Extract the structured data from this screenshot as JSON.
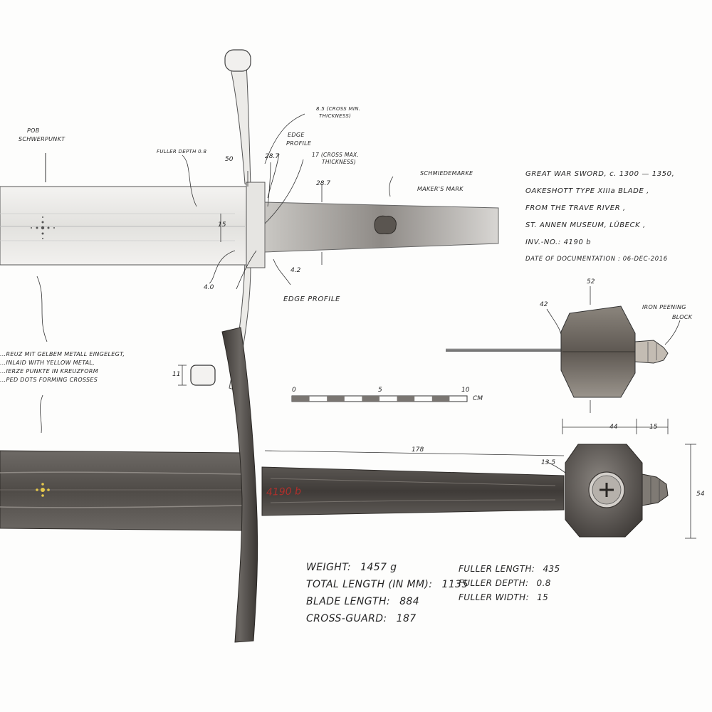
{
  "colors": {
    "paper": "#fdfdfc",
    "ink": "#2a2a2a",
    "iron_light": "#d9d8d5",
    "iron_dark": "#5d5955",
    "inventory_red": "#b0302c",
    "inlay_gold": "#e5c84c"
  },
  "labels": {
    "pob": "POB",
    "schwerpunkt": "SCHWERPUNKT",
    "fuller_depth_note": "FULLER DEPTH 0.8",
    "cross_min_thickness": "8.5 (CROSS MIN.",
    "cross_min_thickness_2": "THICKNESS)",
    "edge_profile_top": "EDGE",
    "edge_profile_top_2": "PROFILE",
    "cross_max_thickness": "17 (CROSS MAX.",
    "cross_max_thickness_2": "THICKNESS)",
    "dim_50": "50",
    "dim_287a": "28.7",
    "dim_287b": "28.7",
    "dim_15": "15",
    "dim_40": "4.0",
    "dim_42": "4.2",
    "edge_profile_bottom": "EDGE PROFILE",
    "schmiedemarke": "SCHMIEDEMARKE",
    "makers_mark": "MAKER'S MARK",
    "inlay_de": "...REUZ MIT GELBEM METALL EINGELEGT,",
    "inlay_en": "...INLAID WITH YELLOW METAL,",
    "inlay_de_2": "...IERZE PUNKTE IN KREUZFORM",
    "inlay_en_2": "...PED DOTS FORMING CROSSES",
    "dim_11": "11",
    "scale_0": "0",
    "scale_5": "5",
    "scale_10": "10",
    "scale_unit": "CM",
    "dim_52": "52",
    "dim_42_pommel": "42",
    "iron_peening": "IRON PEENING",
    "block": "BLOCK",
    "dim_44": "44",
    "dim_15_pommel": "15",
    "dim_178": "178",
    "dim_135": "13.5",
    "dim_54": "54",
    "inventory_mark": "4190 b"
  },
  "description_block": [
    "GREAT WAR SWORD, c. 1300 — 1350,",
    "OAKESHOTT TYPE XIIIa BLADE ,",
    "FROM THE TRAVE RIVER ,",
    "ST. ANNEN MUSEUM, LÜBECK ,",
    "INV.-NO.: 4190 b",
    "DATE OF DOCUMENTATION : 06-DEC-2016"
  ],
  "specs_left": [
    {
      "label": "WEIGHT:",
      "value": "1457 g"
    },
    {
      "label": "TOTAL LENGTH (IN MM):",
      "value": "1135"
    },
    {
      "label": "BLADE LENGTH:",
      "value": "884"
    },
    {
      "label": "CROSS-GUARD:",
      "value": "187"
    }
  ],
  "specs_right": [
    {
      "label": "FULLER LENGTH:",
      "value": "435"
    },
    {
      "label": "FULLER DEPTH:",
      "value": "0.8"
    },
    {
      "label": "FULLER WIDTH:",
      "value": "15"
    }
  ]
}
